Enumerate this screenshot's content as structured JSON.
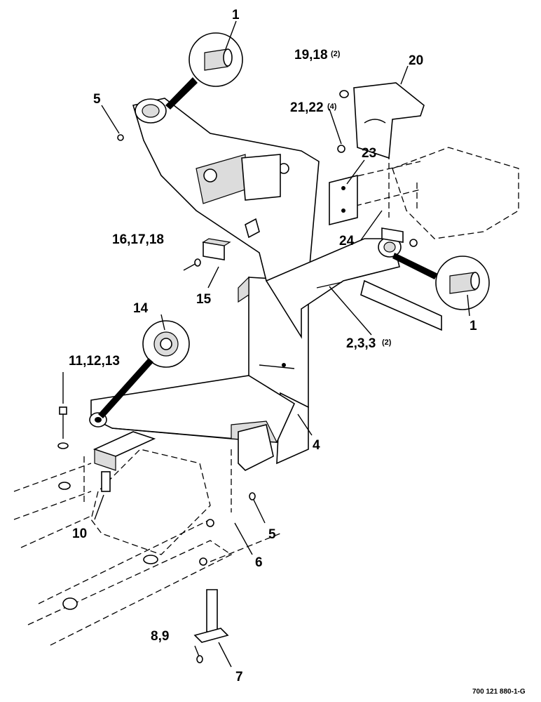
{
  "callouts": {
    "c1_top": "1",
    "c1_right": "1",
    "c5_top": "5",
    "c5_bottom": "5",
    "c19_18": "19,18",
    "c19_18_qty": "(2)",
    "c20": "20",
    "c21_22": "21,22",
    "c21_22_qty": "(4)",
    "c23": "23",
    "c24": "24",
    "c16_17_18": "16,17,18",
    "c15": "15",
    "c14": "14",
    "c2_3_3": "2,3,3",
    "c2_3_3_qty": "(2)",
    "c11_12_13": "11,12,13",
    "c4": "4",
    "c10": "10",
    "c6": "6",
    "c8_9": "8,9",
    "c7": "7"
  },
  "drawing_number": "700 121 880-1-G"
}
